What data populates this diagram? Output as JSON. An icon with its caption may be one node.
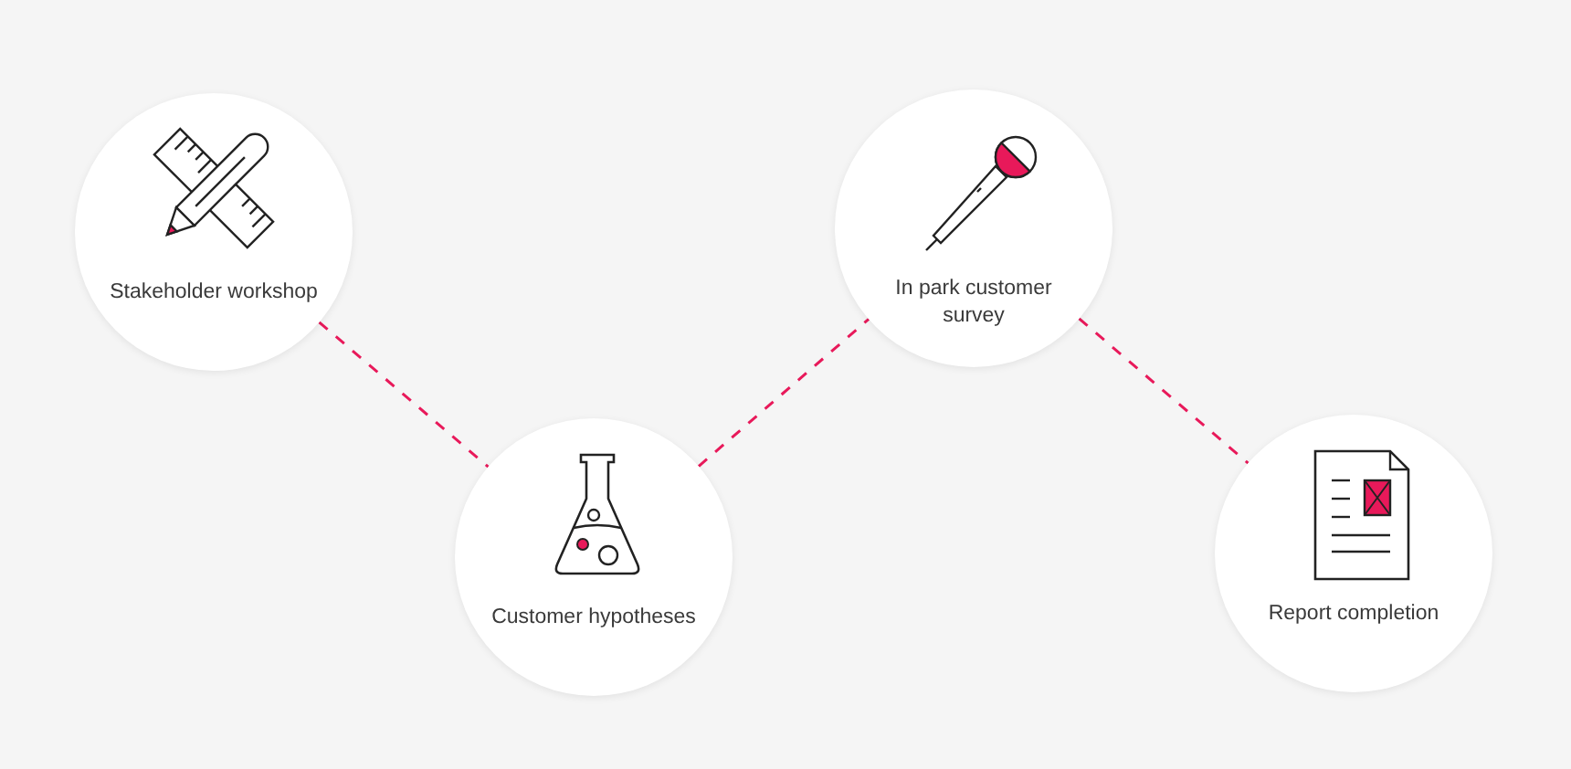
{
  "diagram": {
    "nodes": [
      {
        "text": [
          "Stakeholder workshop"
        ]
      },
      {
        "text": [
          "Customer hypotheses"
        ]
      },
      {
        "text": [
          "In park customer survey"
        ]
      },
      {
        "text": [
          "Report completion"
        ]
      }
    ],
    "edges": [
      {
        "from": 0,
        "to": 1,
        "arrow": "none",
        "style": "dashed"
      },
      {
        "from": 1,
        "to": 2,
        "arrow": "none",
        "style": "dashed"
      },
      {
        "from": 2,
        "to": 3,
        "arrow": "none",
        "style": "dashed"
      }
    ]
  }
}
